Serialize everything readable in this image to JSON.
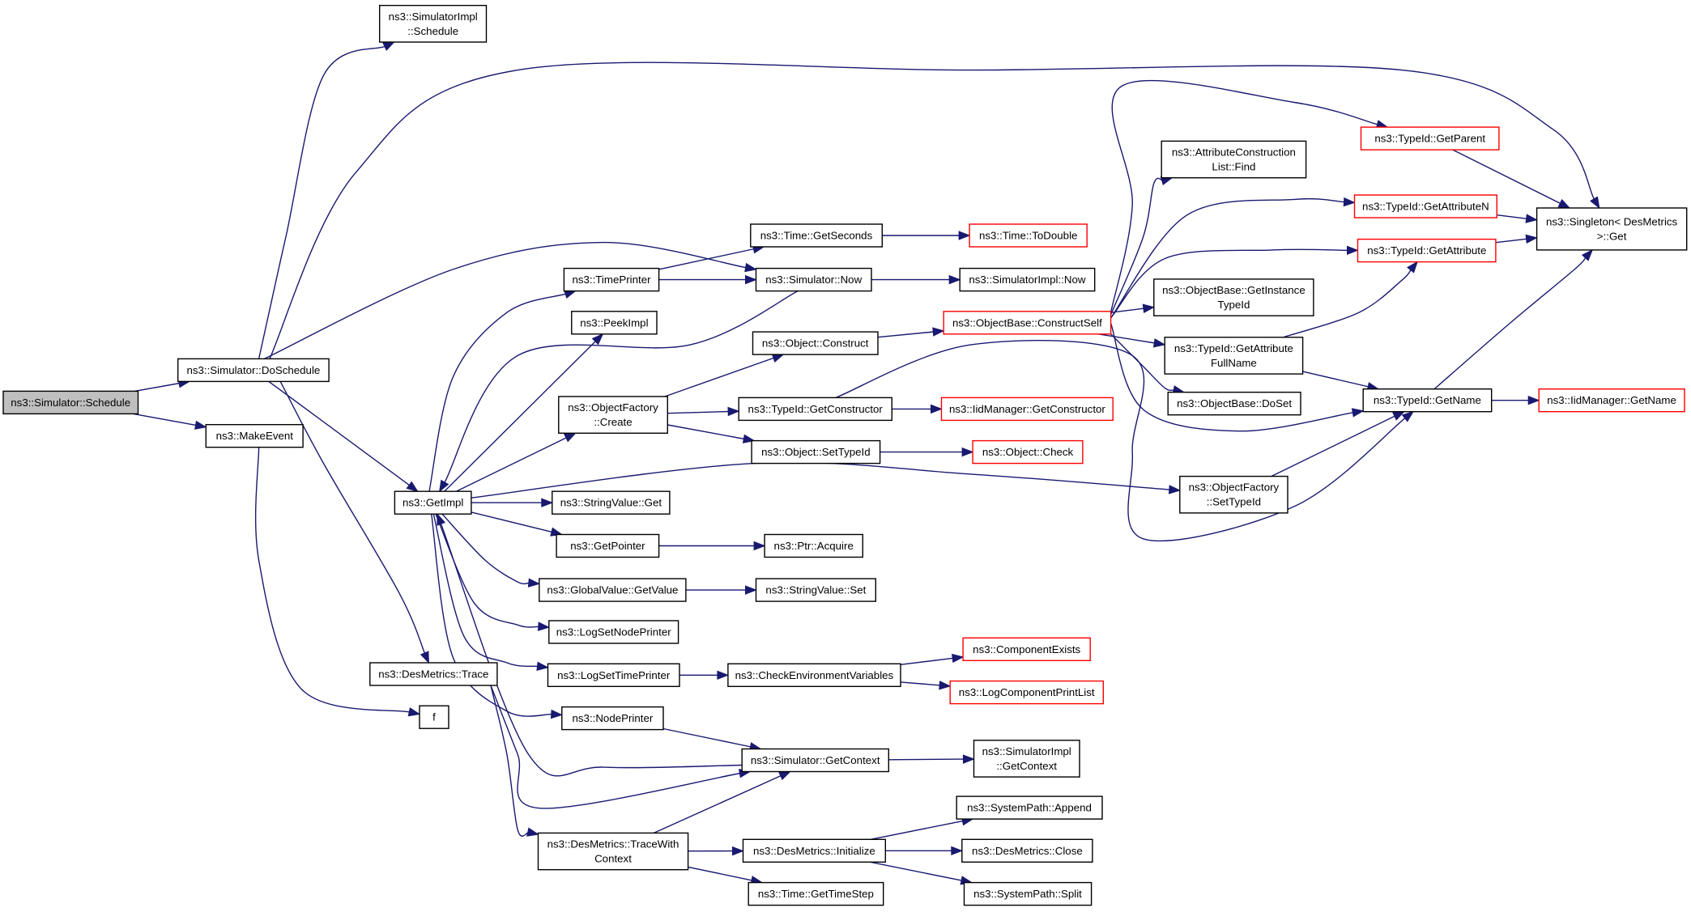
{
  "diagram": {
    "type": "call-graph",
    "root": "ns3::Simulator::Schedule",
    "colors": {
      "edge": "#191970",
      "node_border_default": "#000000",
      "node_border_truncated": "#ff0000",
      "root_fill": "#bfbfbf",
      "node_fill": "#ffffff"
    },
    "nodes": [
      {
        "id": "schedule",
        "lines": [
          "ns3::Simulator::Schedule"
        ],
        "style": "root"
      },
      {
        "id": "doschedule",
        "lines": [
          "ns3::Simulator::DoSchedule"
        ],
        "style": "normal"
      },
      {
        "id": "makeevent",
        "lines": [
          "ns3::MakeEvent"
        ],
        "style": "normal"
      },
      {
        "id": "simimpl_schedule",
        "lines": [
          "ns3::SimulatorImpl",
          "::Schedule"
        ],
        "style": "normal"
      },
      {
        "id": "singleton_get",
        "lines": [
          "ns3::Singleton< DesMetrics",
          ">::Get"
        ],
        "style": "normal"
      },
      {
        "id": "simulator_now",
        "lines": [
          "ns3::Simulator::Now"
        ],
        "style": "normal"
      },
      {
        "id": "getimpl",
        "lines": [
          "ns3::GetImpl"
        ],
        "style": "normal"
      },
      {
        "id": "desmetrics_trace",
        "lines": [
          "ns3::DesMetrics::Trace"
        ],
        "style": "normal"
      },
      {
        "id": "f",
        "lines": [
          "f"
        ],
        "style": "normal"
      },
      {
        "id": "timeprinter",
        "lines": [
          "ns3::TimePrinter"
        ],
        "style": "normal"
      },
      {
        "id": "peekimpl",
        "lines": [
          "ns3::PeekImpl"
        ],
        "style": "normal"
      },
      {
        "id": "objfactory_create",
        "lines": [
          "ns3::ObjectFactory",
          "::Create"
        ],
        "style": "normal"
      },
      {
        "id": "stringvalue_get",
        "lines": [
          "ns3::StringValue::Get"
        ],
        "style": "normal"
      },
      {
        "id": "getpointer",
        "lines": [
          "ns3::GetPointer"
        ],
        "style": "normal"
      },
      {
        "id": "globalvalue_getvalue",
        "lines": [
          "ns3::GlobalValue::GetValue"
        ],
        "style": "normal"
      },
      {
        "id": "logsetnodeprinter",
        "lines": [
          "ns3::LogSetNodePrinter"
        ],
        "style": "normal"
      },
      {
        "id": "logsettimeprinter",
        "lines": [
          "ns3::LogSetTimePrinter"
        ],
        "style": "normal"
      },
      {
        "id": "nodeprinter",
        "lines": [
          "ns3::NodePrinter"
        ],
        "style": "normal"
      },
      {
        "id": "tracewithcontext",
        "lines": [
          "ns3::DesMetrics::TraceWith",
          "Context"
        ],
        "style": "normal"
      },
      {
        "id": "time_getseconds",
        "lines": [
          "ns3::Time::GetSeconds"
        ],
        "style": "normal"
      },
      {
        "id": "time_todouble",
        "lines": [
          "ns3::Time::ToDouble"
        ],
        "style": "truncated"
      },
      {
        "id": "simimpl_now",
        "lines": [
          "ns3::SimulatorImpl::Now"
        ],
        "style": "normal"
      },
      {
        "id": "object_construct",
        "lines": [
          "ns3::Object::Construct"
        ],
        "style": "normal"
      },
      {
        "id": "typeid_getconstructor",
        "lines": [
          "ns3::TypeId::GetConstructor"
        ],
        "style": "normal"
      },
      {
        "id": "object_settypeid",
        "lines": [
          "ns3::Object::SetTypeId"
        ],
        "style": "normal"
      },
      {
        "id": "objectbase_constructself",
        "lines": [
          "ns3::ObjectBase::ConstructSelf"
        ],
        "style": "truncated"
      },
      {
        "id": "iidmanager_getconstructor",
        "lines": [
          "ns3::IidManager::GetConstructor"
        ],
        "style": "truncated"
      },
      {
        "id": "object_check",
        "lines": [
          "ns3::Object::Check"
        ],
        "style": "truncated"
      },
      {
        "id": "ptr_acquire",
        "lines": [
          "ns3::Ptr::Acquire"
        ],
        "style": "normal"
      },
      {
        "id": "stringvalue_set",
        "lines": [
          "ns3::StringValue::Set"
        ],
        "style": "normal"
      },
      {
        "id": "checkenvvars",
        "lines": [
          "ns3::CheckEnvironmentVariables"
        ],
        "style": "normal"
      },
      {
        "id": "componentexists",
        "lines": [
          "ns3::ComponentExists"
        ],
        "style": "truncated"
      },
      {
        "id": "logcompprintlist",
        "lines": [
          "ns3::LogComponentPrintList"
        ],
        "style": "truncated"
      },
      {
        "id": "simulator_getcontext",
        "lines": [
          "ns3::Simulator::GetContext"
        ],
        "style": "normal"
      },
      {
        "id": "simimpl_getcontext",
        "lines": [
          "ns3::SimulatorImpl",
          "::GetContext"
        ],
        "style": "normal"
      },
      {
        "id": "desmetrics_initialize",
        "lines": [
          "ns3::DesMetrics::Initialize"
        ],
        "style": "normal"
      },
      {
        "id": "time_gettimestep",
        "lines": [
          "ns3::Time::GetTimeStep"
        ],
        "style": "normal"
      },
      {
        "id": "systempath_append",
        "lines": [
          "ns3::SystemPath::Append"
        ],
        "style": "normal"
      },
      {
        "id": "desmetrics_close",
        "lines": [
          "ns3::DesMetrics::Close"
        ],
        "style": "normal"
      },
      {
        "id": "systempath_split",
        "lines": [
          "ns3::SystemPath::Split"
        ],
        "style": "normal"
      },
      {
        "id": "attrconstr_find",
        "lines": [
          "ns3::AttributeConstruction",
          "List::Find"
        ],
        "style": "normal"
      },
      {
        "id": "objectbase_getinstancetypeid",
        "lines": [
          "ns3::ObjectBase::GetInstance",
          "TypeId"
        ],
        "style": "normal"
      },
      {
        "id": "typeid_getattributefullname",
        "lines": [
          "ns3::TypeId::GetAttribute",
          "FullName"
        ],
        "style": "normal"
      },
      {
        "id": "objectbase_doset",
        "lines": [
          "ns3::ObjectBase::DoSet"
        ],
        "style": "normal"
      },
      {
        "id": "objfactory_settypeid",
        "lines": [
          "ns3::ObjectFactory",
          "::SetTypeId"
        ],
        "style": "normal"
      },
      {
        "id": "typeid_getparent",
        "lines": [
          "ns3::TypeId::GetParent"
        ],
        "style": "truncated"
      },
      {
        "id": "typeid_getattributen",
        "lines": [
          "ns3::TypeId::GetAttributeN"
        ],
        "style": "truncated"
      },
      {
        "id": "typeid_getattribute",
        "lines": [
          "ns3::TypeId::GetAttribute"
        ],
        "style": "truncated"
      },
      {
        "id": "typeid_getname",
        "lines": [
          "ns3::TypeId::GetName"
        ],
        "style": "normal"
      },
      {
        "id": "iidmanager_getname",
        "lines": [
          "ns3::IidManager::GetName"
        ],
        "style": "truncated"
      }
    ],
    "edges": [
      [
        "schedule",
        "doschedule"
      ],
      [
        "schedule",
        "makeevent"
      ],
      [
        "doschedule",
        "simimpl_schedule"
      ],
      [
        "doschedule",
        "singleton_get"
      ],
      [
        "doschedule",
        "simulator_now"
      ],
      [
        "doschedule",
        "getimpl"
      ],
      [
        "doschedule",
        "desmetrics_trace"
      ],
      [
        "makeevent",
        "f"
      ],
      [
        "simulator_now",
        "getimpl"
      ],
      [
        "simulator_now",
        "simimpl_now"
      ],
      [
        "getimpl",
        "timeprinter"
      ],
      [
        "getimpl",
        "peekimpl"
      ],
      [
        "getimpl",
        "objfactory_create"
      ],
      [
        "getimpl",
        "objfactory_settypeid"
      ],
      [
        "getimpl",
        "stringvalue_get"
      ],
      [
        "getimpl",
        "getpointer"
      ],
      [
        "getimpl",
        "globalvalue_getvalue"
      ],
      [
        "getimpl",
        "logsetnodeprinter"
      ],
      [
        "getimpl",
        "logsettimeprinter"
      ],
      [
        "getimpl",
        "nodeprinter"
      ],
      [
        "timeprinter",
        "time_getseconds"
      ],
      [
        "timeprinter",
        "simulator_now"
      ],
      [
        "time_getseconds",
        "time_todouble"
      ],
      [
        "objfactory_create",
        "object_construct"
      ],
      [
        "objfactory_create",
        "typeid_getconstructor"
      ],
      [
        "objfactory_create",
        "object_settypeid"
      ],
      [
        "object_construct",
        "objectbase_constructself"
      ],
      [
        "typeid_getconstructor",
        "iidmanager_getconstructor"
      ],
      [
        "typeid_getconstructor",
        "typeid_getname"
      ],
      [
        "object_settypeid",
        "object_check"
      ],
      [
        "getpointer",
        "ptr_acquire"
      ],
      [
        "globalvalue_getvalue",
        "stringvalue_set"
      ],
      [
        "logsettimeprinter",
        "checkenvvars"
      ],
      [
        "checkenvvars",
        "componentexists"
      ],
      [
        "checkenvvars",
        "logcompprintlist"
      ],
      [
        "nodeprinter",
        "simulator_getcontext"
      ],
      [
        "simulator_getcontext",
        "getimpl"
      ],
      [
        "simulator_getcontext",
        "simimpl_getcontext"
      ],
      [
        "desmetrics_trace",
        "simulator_getcontext"
      ],
      [
        "desmetrics_trace",
        "tracewithcontext"
      ],
      [
        "tracewithcontext",
        "simulator_getcontext"
      ],
      [
        "tracewithcontext",
        "desmetrics_initialize"
      ],
      [
        "tracewithcontext",
        "time_gettimestep"
      ],
      [
        "desmetrics_initialize",
        "systempath_append"
      ],
      [
        "desmetrics_initialize",
        "desmetrics_close"
      ],
      [
        "desmetrics_initialize",
        "systempath_split"
      ],
      [
        "objectbase_constructself",
        "typeid_getparent"
      ],
      [
        "objectbase_constructself",
        "attrconstr_find"
      ],
      [
        "objectbase_constructself",
        "typeid_getattributen"
      ],
      [
        "objectbase_constructself",
        "typeid_getattribute"
      ],
      [
        "objectbase_constructself",
        "objectbase_getinstancetypeid"
      ],
      [
        "objectbase_constructself",
        "typeid_getattributefullname"
      ],
      [
        "objectbase_constructself",
        "objectbase_doset"
      ],
      [
        "objectbase_constructself",
        "typeid_getname"
      ],
      [
        "typeid_getparent",
        "singleton_get"
      ],
      [
        "typeid_getattributen",
        "singleton_get"
      ],
      [
        "typeid_getattribute",
        "singleton_get"
      ],
      [
        "typeid_getattributefullname",
        "typeid_getattribute"
      ],
      [
        "typeid_getattributefullname",
        "typeid_getname"
      ],
      [
        "objfactory_settypeid",
        "typeid_getname"
      ],
      [
        "typeid_getname",
        "singleton_get"
      ],
      [
        "typeid_getname",
        "iidmanager_getname"
      ]
    ]
  }
}
